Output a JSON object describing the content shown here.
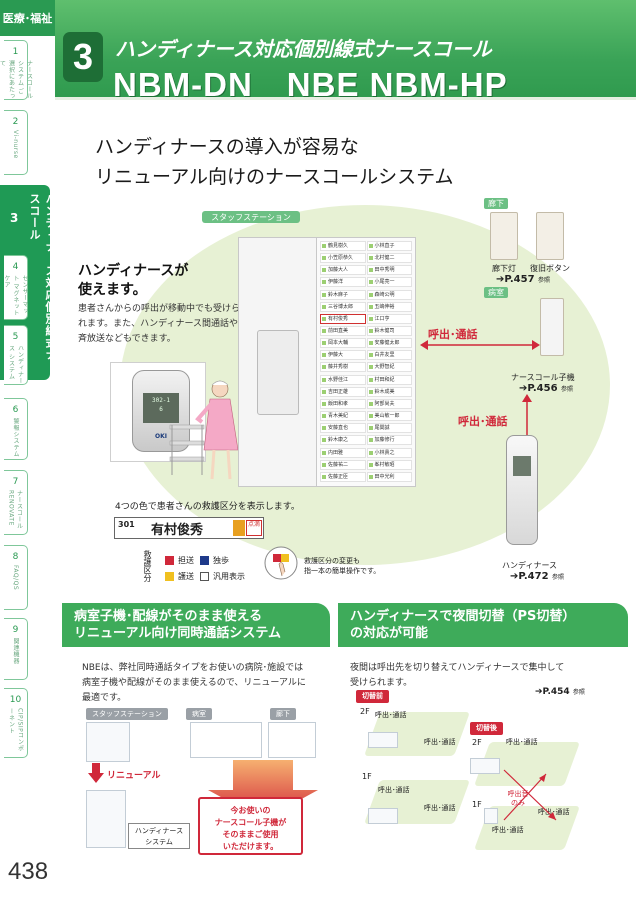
{
  "sidebar": {
    "category": "医療･福祉",
    "tabs": [
      {
        "num": "1",
        "label": "ナースコールシステム ご選択にあたって"
      },
      {
        "num": "2",
        "label": "Vi-nurse"
      },
      {
        "num": "3",
        "label": "ハンディナース対応個別線式ナースコール"
      },
      {
        "num": "4",
        "label": "センサーマット マグネットケア"
      },
      {
        "num": "5",
        "label": "ハンディナース システム"
      },
      {
        "num": "6",
        "label": "警報システム"
      },
      {
        "num": "7",
        "label": "ナースコールRENOVATE"
      },
      {
        "num": "8",
        "label": "FAQ/QS"
      },
      {
        "num": "9",
        "label": "関連機器"
      },
      {
        "num": "10",
        "label": "CIP/SIPコンポーネント"
      }
    ],
    "page_number": "438"
  },
  "header": {
    "section_num": "3",
    "title": "ハンディナース対応個別線式ナースコール",
    "models": "NBM-DN　NBE  NBM-HP"
  },
  "hero": {
    "tagline_1": "ハンディナースの導入が容易な",
    "tagline_2": "リニューアル向けのナースコールシステム",
    "station_label": "スタッフステーション",
    "lead_title_1": "ハンディナースが",
    "lead_title_2": "使えます。",
    "lead_body": "患者さんからの呼出が移動中でも受けられます。また、ハンディナース間通話や一斉放送などもできます。",
    "handset_screen_1": "302-1",
    "handset_screen_2": "6",
    "handset_brand": "OKI",
    "nameboard": [
      "鶴見樹久",
      "小林直子",
      "小笠原恭久",
      "北村健二",
      "加藤大人",
      "田中秀明",
      "伊藤洋",
      "小尾亮一",
      "鈴木麻子",
      "森崎公明",
      "三谷博太郎",
      "五嶋伸裕",
      "有村俊秀",
      "江口亨",
      "前田直美",
      "鈴木健司",
      "岡本大輔",
      "安藤健太郎",
      "伊藤大",
      "白井友里",
      "藤井秀樹",
      "大野智紀",
      "水野佳江",
      "村田和紀",
      "吉田正雄",
      "鈴木成美",
      "飯田和孝",
      "阿部尚夫",
      "青木美紀",
      "美山敏一郎",
      "安藤直也",
      "尾関誠",
      "鈴木康之",
      "加藤修行",
      "内田雅",
      "小林貴之",
      "佐藤祐二",
      "峯村敏昭",
      "佐藤正臣",
      "田中光利"
    ],
    "hallway_tag": "廊下",
    "room_tag": "病室",
    "hall_light": "廊下灯",
    "reset_button": "復旧ボタン",
    "ref_hall": "➔P.457",
    "ref_suffix": "参照",
    "call_talk_1": "呼出･通話",
    "call_talk_2": "呼出･通話",
    "bedside_unit": "ナースコール子機",
    "ref_bedside": "➔P.456",
    "handy_nurse": "ハンディナース",
    "ref_handy": "➔P.472"
  },
  "legend": {
    "note": "4つの色で患者さんの救護区分を表示します。",
    "plate_room": "301",
    "plate_name": "有村俊秀",
    "plate_lamp_text": "点滴",
    "rescue_label": "救護区分",
    "items": [
      {
        "label": "担送",
        "color": "#d0283a"
      },
      {
        "label": "独歩",
        "color": "#1e3a8a"
      },
      {
        "label": "護送",
        "color": "#f0c020"
      },
      {
        "label": "汎用表示",
        "color": "#ffffff"
      }
    ],
    "change_note_1": "救護区分の変更も",
    "change_note_2": "指一本の簡単操作です。"
  },
  "box_left": {
    "title_1": "病室子機･配線がそのまま使える",
    "title_2": "リニューアル向け同時通話システム",
    "body_1": "NBEは、弊社同時通話タイプをお使いの病院･施設では",
    "body_2": "病室子機や配線がそのまま使えるので、リニューアルに",
    "body_3": "最適です。",
    "tag_station": "スタッフステーション",
    "tag_room": "病室",
    "tag_hall": "廊下",
    "renewal": "リニューアル",
    "callout_1": "今お使いの",
    "callout_2": "ナースコール子機が",
    "callout_3": "そのままご使用",
    "callout_4": "いただけます。",
    "system_1": "ハンディナース",
    "system_2": "システム"
  },
  "box_right": {
    "title_1": "ハンディナースで夜間切替（PS切替）",
    "title_2": "の対応が可能",
    "body_1": "夜間は呼出先を切り替えてハンディナースで集中して",
    "body_2": "受けられます。",
    "ref": "➔P.454",
    "ref_suffix": "参照",
    "before_tag": "切替前",
    "after_tag": "切替後",
    "floor_2f": "2F",
    "floor_1f": "1F",
    "call_talk": "呼出･通話",
    "call_only": "呼出音のみ"
  }
}
